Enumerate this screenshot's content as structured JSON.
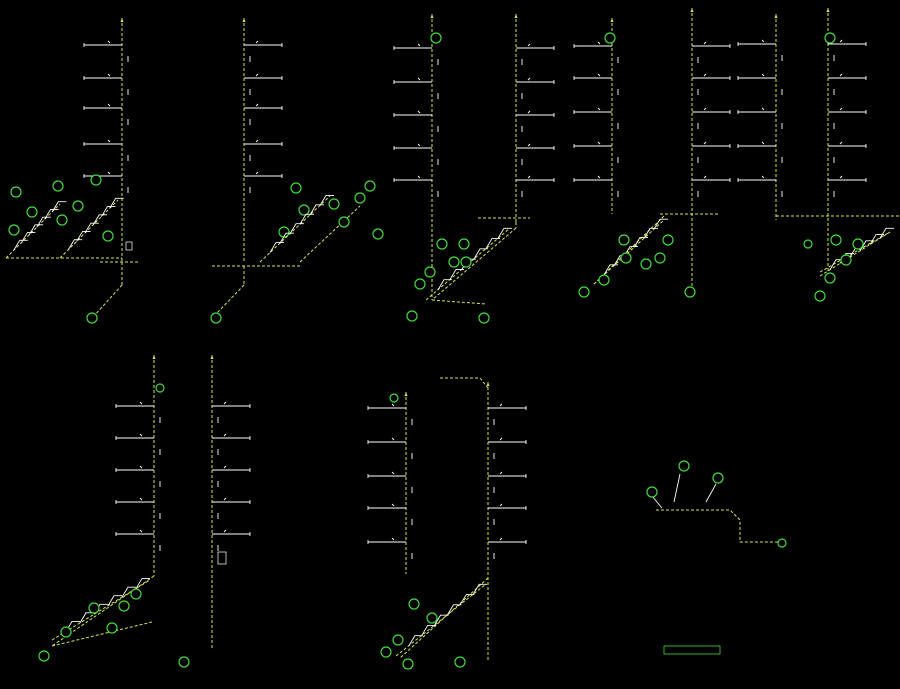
{
  "legend": {
    "label": "",
    "scale": ""
  },
  "note": "",
  "bubble_mark": "",
  "colors": {
    "pipe": "#d6e84a",
    "bubble": "#3ddc3d",
    "line": "#e8e8e8",
    "background": "#000000"
  },
  "diagrams": [
    {
      "id": "riser-1",
      "floors": 5
    },
    {
      "id": "riser-2",
      "floors": 5
    },
    {
      "id": "riser-3",
      "floors": 5
    },
    {
      "id": "riser-4",
      "floors": 5
    },
    {
      "id": "riser-5",
      "floors": 5
    },
    {
      "id": "riser-6",
      "floors": 5
    },
    {
      "id": "riser-7",
      "floors": 5
    },
    {
      "id": "branch-detail",
      "floors": 0
    }
  ]
}
